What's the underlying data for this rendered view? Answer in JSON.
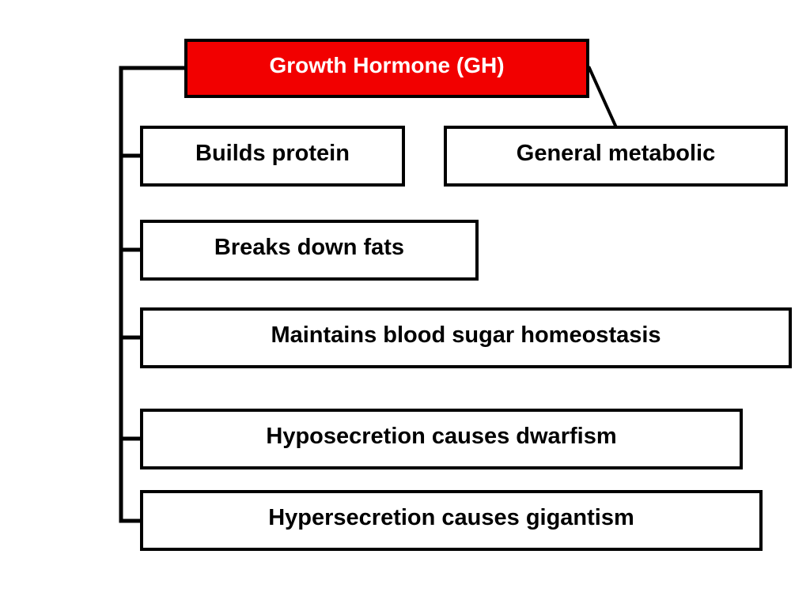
{
  "diagram": {
    "root": {
      "label": "Growth Hormone (GH)",
      "fill_color": "#f20000",
      "text_color": "#ffffff"
    },
    "children": [
      {
        "id": "protein",
        "label": "Builds protein"
      },
      {
        "id": "metabolic",
        "label": "General metabolic"
      },
      {
        "id": "fats",
        "label": "Breaks down fats"
      },
      {
        "id": "sugar",
        "label": "Maintains blood sugar homeostasis"
      },
      {
        "id": "hypo",
        "label": "Hyposecretion causes dwarfism"
      },
      {
        "id": "hyper",
        "label": "Hypersecretion causes gigantism"
      }
    ],
    "border_color": "#000000"
  }
}
